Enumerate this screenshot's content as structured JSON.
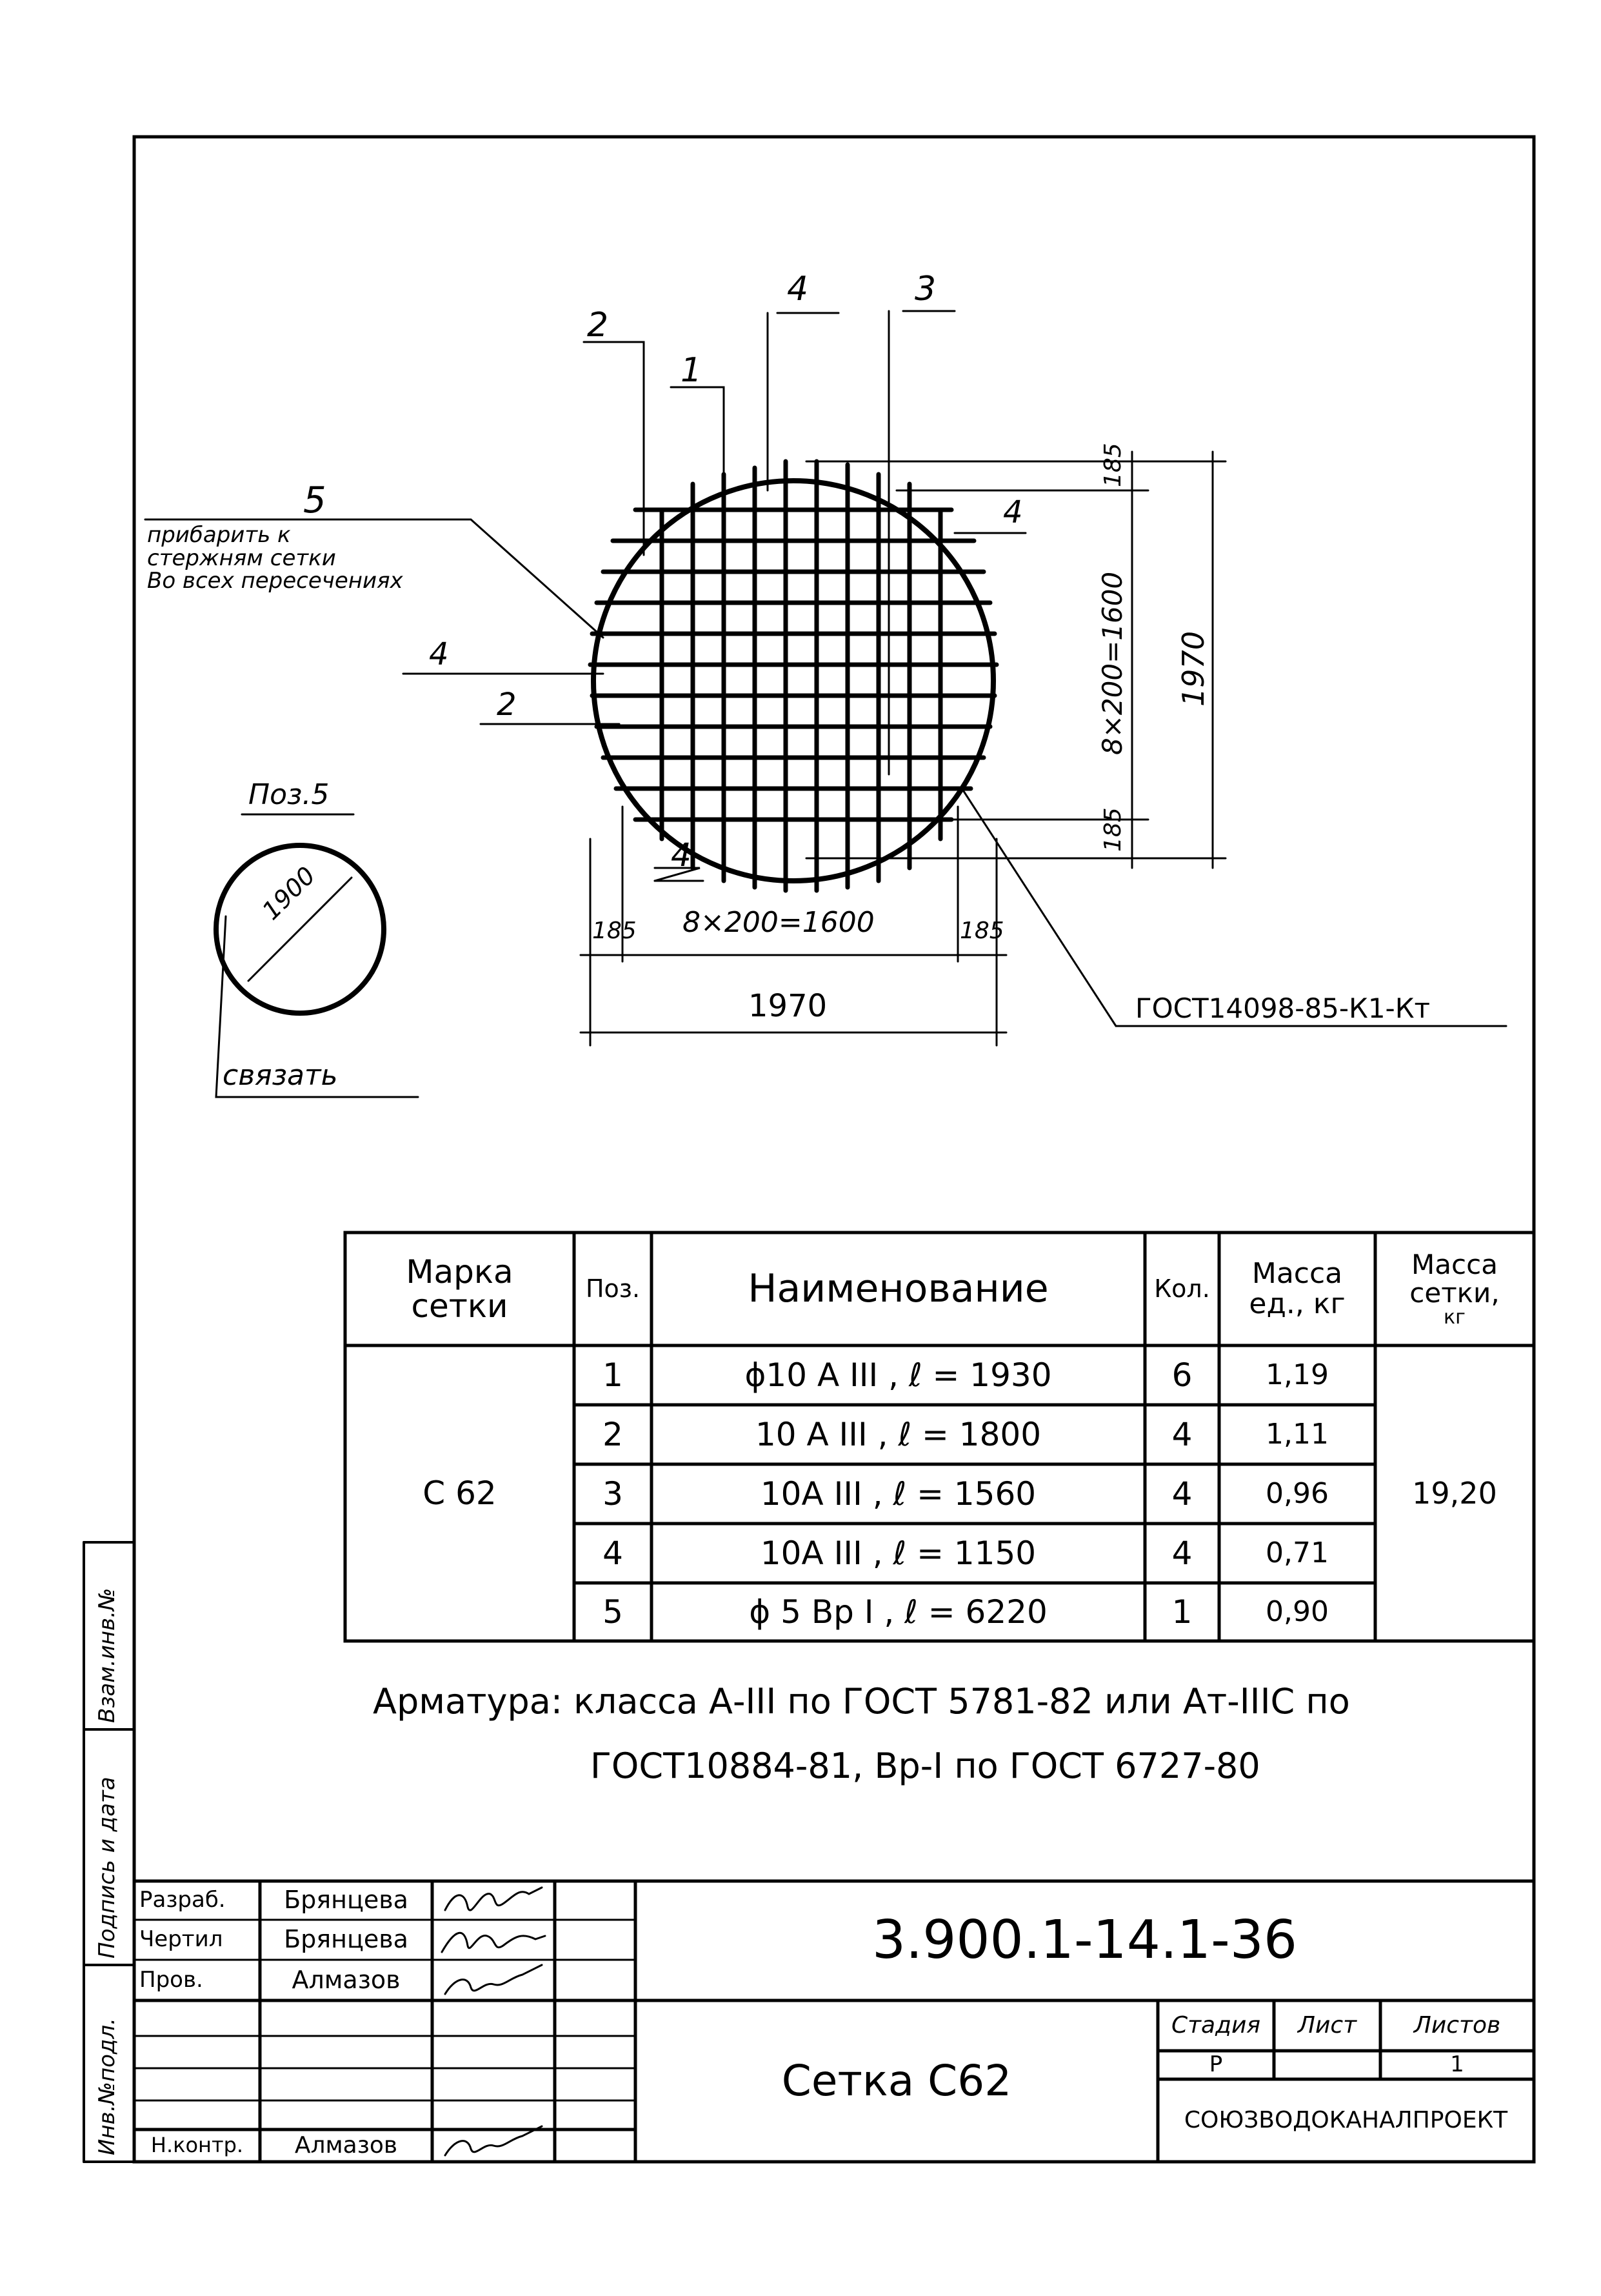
{
  "drawing": {
    "callouts": {
      "pos4_top": "4",
      "pos3_top": "3",
      "pos2_top": "2",
      "pos1_top": "1",
      "pos5": "5",
      "weld_note": [
        "прибарить к",
        "стержням сетки",
        "Во всех пересечениях"
      ],
      "pos4_left": "4",
      "pos2_left": "2",
      "pos4_right": "4",
      "pos4_bottom": "4",
      "gost_note": "ГОСТ14098-85-К1-Кт"
    },
    "dimensions": {
      "edge_left": "185",
      "edge_right": "185",
      "span_h": "8×200=1600",
      "total_h": "1970",
      "edge_top": "185",
      "edge_bottom": "185",
      "span_v": "8×200=1600",
      "total_v": "1970"
    },
    "pos5_detail": {
      "title": "Поз.5",
      "diameter": "1900",
      "tie_note": "связать"
    }
  },
  "spec_table": {
    "headers": {
      "mark": [
        "Марка",
        "сетки"
      ],
      "pos": "Поз.",
      "name": "Наименование",
      "qty": "Кол.",
      "unit_mass": [
        "Масса",
        "ед., кг"
      ],
      "mesh_mass": [
        "Масса",
        "сетки,",
        "кг"
      ]
    },
    "mark": "С 62",
    "mesh_mass": "19,20",
    "rows": [
      {
        "pos": "1",
        "name": "ϕ10 А III , ℓ = 1930",
        "qty": "6",
        "mass": "1,19"
      },
      {
        "pos": "2",
        "name": "10 А III , ℓ = 1800",
        "qty": "4",
        "mass": "1,11"
      },
      {
        "pos": "3",
        "name": "10А III , ℓ = 1560",
        "qty": "4",
        "mass": "0,96"
      },
      {
        "pos": "4",
        "name": "10А III , ℓ = 1150",
        "qty": "4",
        "mass": "0,71"
      },
      {
        "pos": "5",
        "name": "ϕ 5 Вр I , ℓ = 6220",
        "qty": "1",
        "mass": "0,90"
      }
    ]
  },
  "notes": {
    "line1": "Арматура: класса А-III по ГОСТ 5781-82 или Ат-IIIС по",
    "line2": "ГОСТ10884-81, Вр-I по ГОСТ 6727-80"
  },
  "side_stamp": {
    "vzam": "Взам.инв.№",
    "podpis": "Подпись и дата",
    "inv": "Инв.№подл."
  },
  "title_block": {
    "roles": [
      "Разраб.",
      "Чертил",
      "Пров."
    ],
    "names": [
      "Брянцева",
      "Брянцева",
      "Алмазов"
    ],
    "nkontr_role": "Н.контр.",
    "nkontr_name": "Алмазов",
    "doc_code": "3.900.1-14.1-36",
    "doc_title": "Сетка С62",
    "stage_label": "Стадия",
    "sheet_label": "Лист",
    "sheets_label": "Листов",
    "stage": "Р",
    "sheets": "1",
    "org": "СОЮЗВОДОКАНАЛПРОЕКТ"
  }
}
